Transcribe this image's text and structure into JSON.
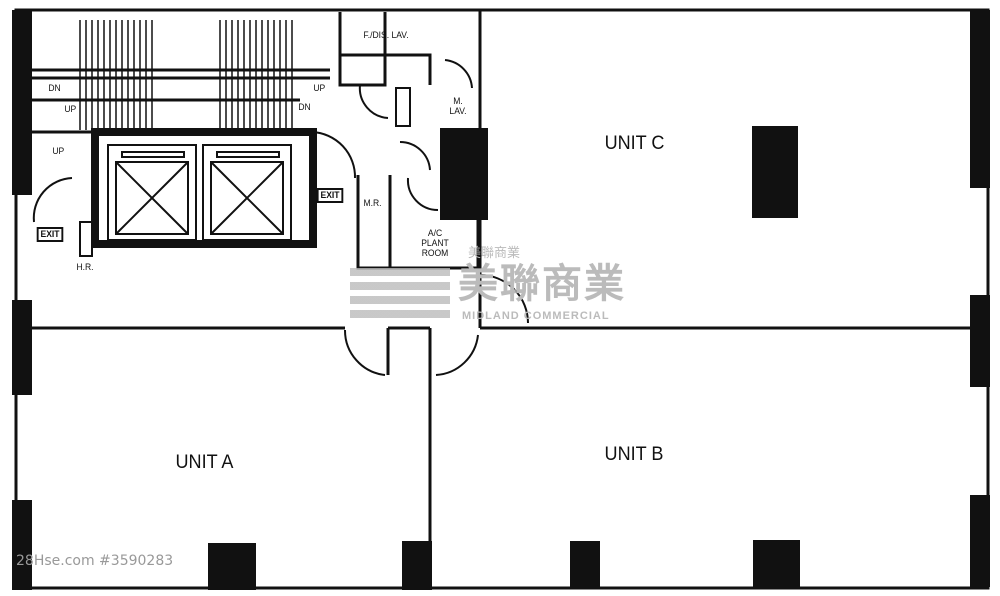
{
  "units": {
    "a": "UNIT A",
    "b": "UNIT B",
    "c": "UNIT C"
  },
  "rooms": {
    "fdis_lav": "F./DIS. LAV.",
    "m_lav": "M. LAV.",
    "mr": "M.R.",
    "ac_plant": "A/C PLANT ROOM",
    "hr": "H.R."
  },
  "stairs": {
    "dn1": "DN",
    "up1": "UP",
    "up2": "UP",
    "dn2": "DN",
    "up3": "UP"
  },
  "exits": {
    "exit1": "EXIT",
    "exit2": "EXIT"
  },
  "watermark": {
    "small_cn": "美聯商業",
    "big_cn": "美聯商業",
    "en": "MIDLAND COMMERCIAL"
  },
  "listing": {
    "ref": "28Hse.com #3590283"
  }
}
